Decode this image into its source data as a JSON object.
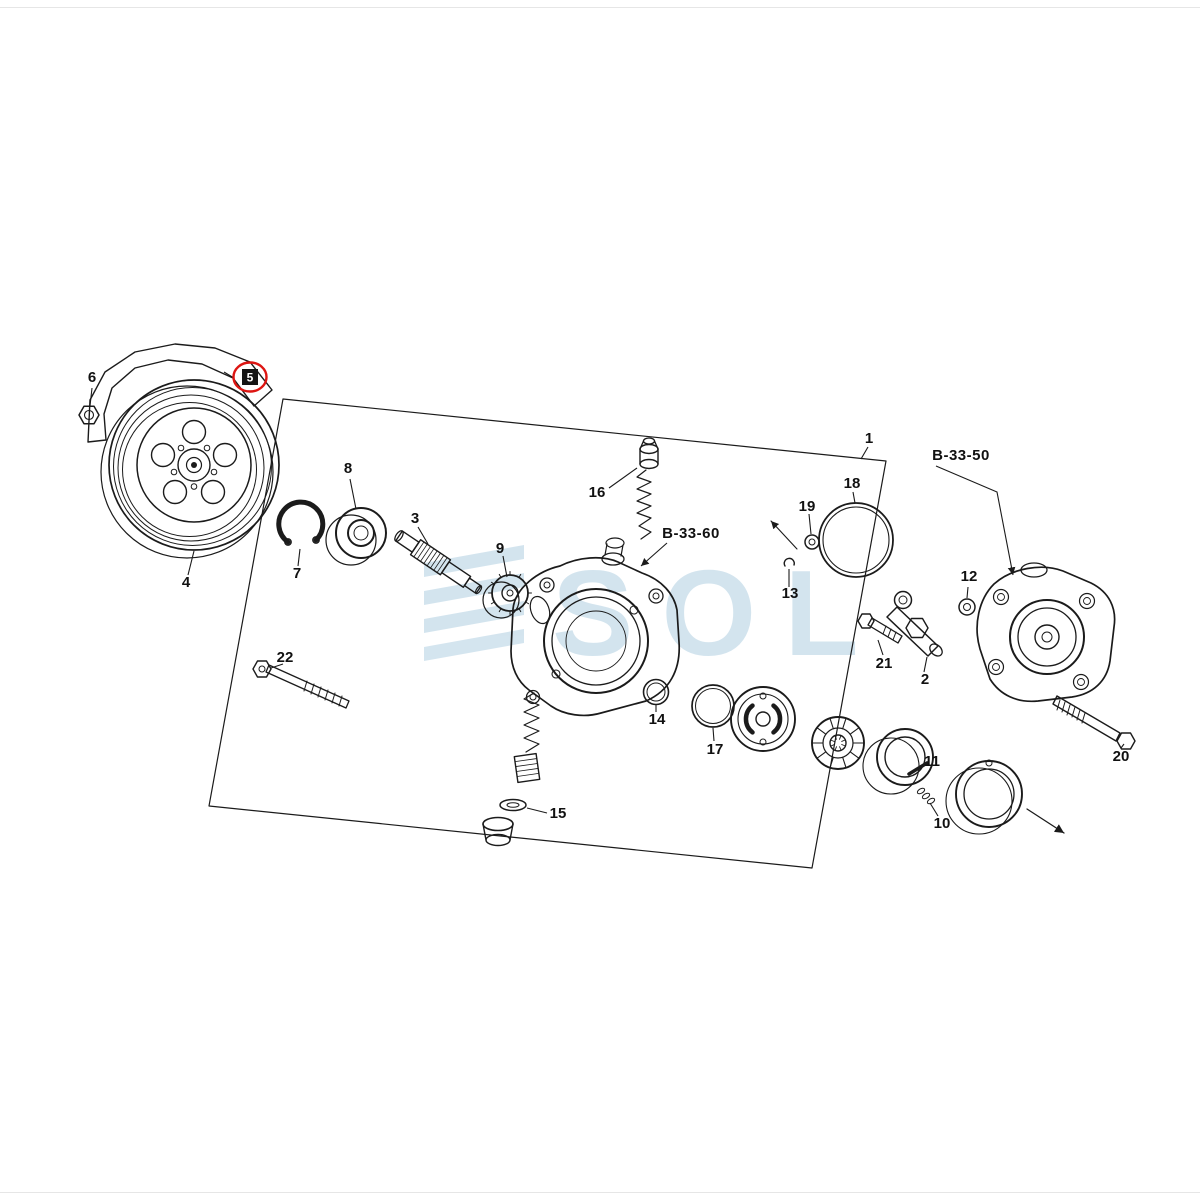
{
  "page": {
    "background": "#ffffff",
    "border_line_color": "#e6e6e6"
  },
  "colors": {
    "line": "#1b1b1b",
    "highlight": "#dd1512",
    "watermark": "#a9cbdf"
  },
  "watermark": {
    "text": "SOL"
  },
  "refs": {
    "b3350": "B-33-50",
    "b3360": "B-33-60"
  },
  "callouts": {
    "c1": "1",
    "c2": "2",
    "c3": "3",
    "c4": "4",
    "c5": "5",
    "c6": "6",
    "c7": "7",
    "c8": "8",
    "c9": "9",
    "c10": "10",
    "c11": "11",
    "c12": "12",
    "c13": "13",
    "c14": "14",
    "c15": "15",
    "c16": "16",
    "c17": "17",
    "c18": "18",
    "c19": "19",
    "c20": "20",
    "c21": "21",
    "c22": "22"
  }
}
